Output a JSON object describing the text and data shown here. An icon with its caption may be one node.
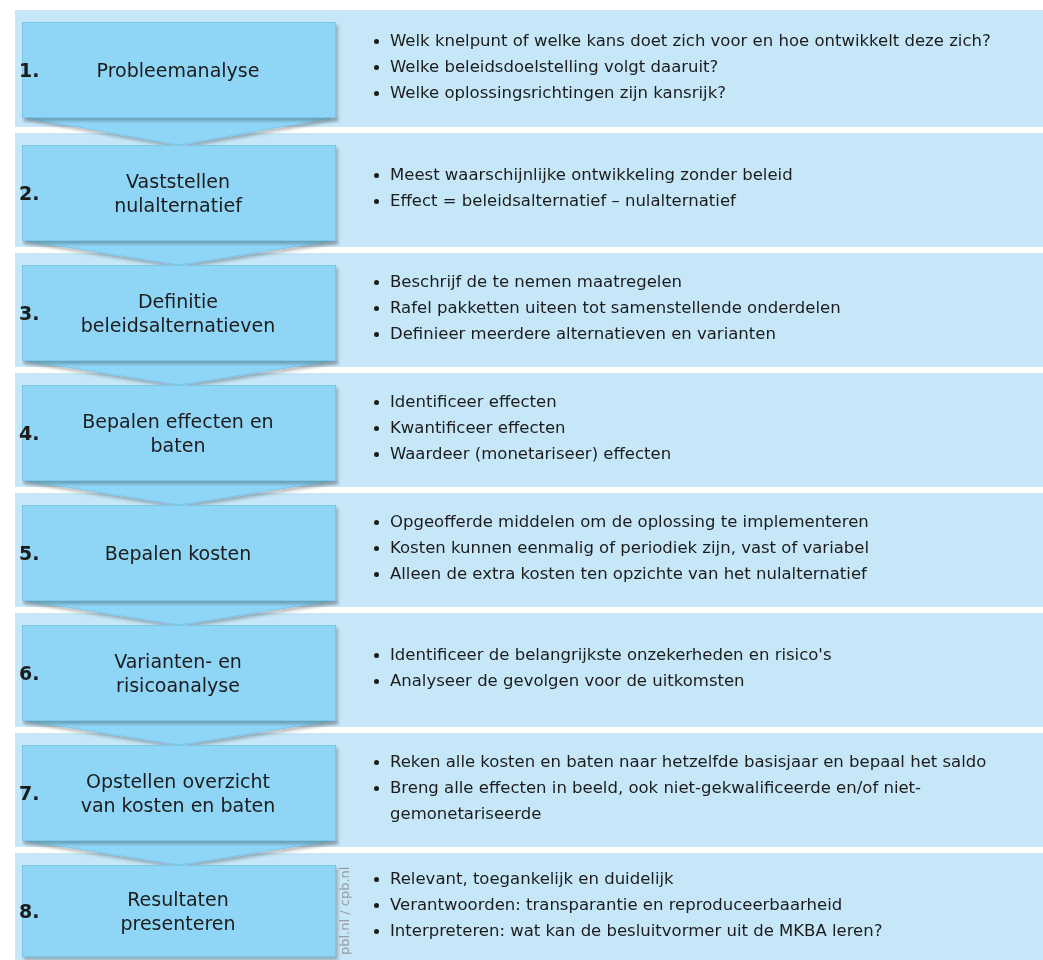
{
  "diagram": {
    "nodes": [
      {
        "text": [
          "Welk knelpunt of welke kans doet zich voor en hoe ontwikkelt deze zich?",
          "Welke beleidsdoelstelling volgt daaruit?",
          "Welke oplossingsrichtingen zijn kansrijk?"
        ]
      },
      {
        "text": [
          "1.",
          "Probleemanalyse"
        ],
        "in": 0
      },
      {
        "text": [
          "Meest waarschijnlijke ontwikkeling zonder beleid",
          "Effect = beleidsalternatief – nulalternatief"
        ]
      },
      {
        "text": [
          "2.",
          "Vaststellen nulalternatief"
        ],
        "in": 2
      },
      {
        "text": [
          "Beschrijf de te nemen maatregelen",
          "Rafel pakketten uiteen tot samenstellende onderdelen",
          "Definieer meerdere alternatieven en varianten"
        ]
      },
      {
        "text": [
          "3.",
          "Definitie beleidsalternatieven"
        ],
        "in": 4
      },
      {
        "text": [
          "Identificeer effecten",
          "Kwantificeer effecten",
          "Waardeer (monetariseer) effecten"
        ]
      },
      {
        "text": [
          "4.",
          "Bepalen effecten en baten"
        ],
        "in": 6
      },
      {
        "text": [
          "Opgeofferde middelen om de oplossing te implementeren",
          "Kosten kunnen eenmalig of periodiek zijn, vast of variabel",
          "Alleen de extra kosten ten opzichte van het nulalternatief"
        ]
      },
      {
        "text": [
          "5.",
          "Bepalen kosten"
        ],
        "in": 8
      },
      {
        "text": [
          "Identificeer de belangrijkste onzekerheden en risico's",
          "Analyseer de gevolgen voor de uitkomsten"
        ]
      },
      {
        "text": [
          "6.",
          "Varianten- en risicoanalyse"
        ],
        "in": 10
      },
      {
        "text": [
          "Reken alle kosten en baten naar hetzelfde basisjaar en bepaal het saldo",
          "Breng alle effecten in beeld, ook niet-gekwalificeerde en/of niet-gemonetariseerde"
        ]
      },
      {
        "text": [
          "7.",
          "Opstellen overzicht van kosten en baten"
        ],
        "in": 12
      },
      {
        "text": [
          "Relevant, toegankelijk en duidelijk",
          "Verantwoorden: transparantie en reproduceerbaarheid",
          "Interpreteren: wat kan de besluitvormer uit de MKBA leren?"
        ]
      },
      {
        "text": [
          "8.",
          "Resultaten presenteren"
        ],
        "in": 14
      }
    ],
    "edges": [
      {
        "from": 1,
        "to": 3,
        "arrow": "to"
      },
      {
        "from": 3,
        "to": 5,
        "arrow": "to"
      },
      {
        "from": 5,
        "to": 7,
        "arrow": "to"
      },
      {
        "from": 7,
        "to": 9,
        "arrow": "to"
      },
      {
        "from": 9,
        "to": 11,
        "arrow": "to"
      },
      {
        "from": 11,
        "to": 13,
        "arrow": "to"
      },
      {
        "from": 13,
        "to": 15,
        "arrow": "to"
      }
    ],
    "labels": [
      "pbl.nl / cpb.nl"
    ]
  }
}
